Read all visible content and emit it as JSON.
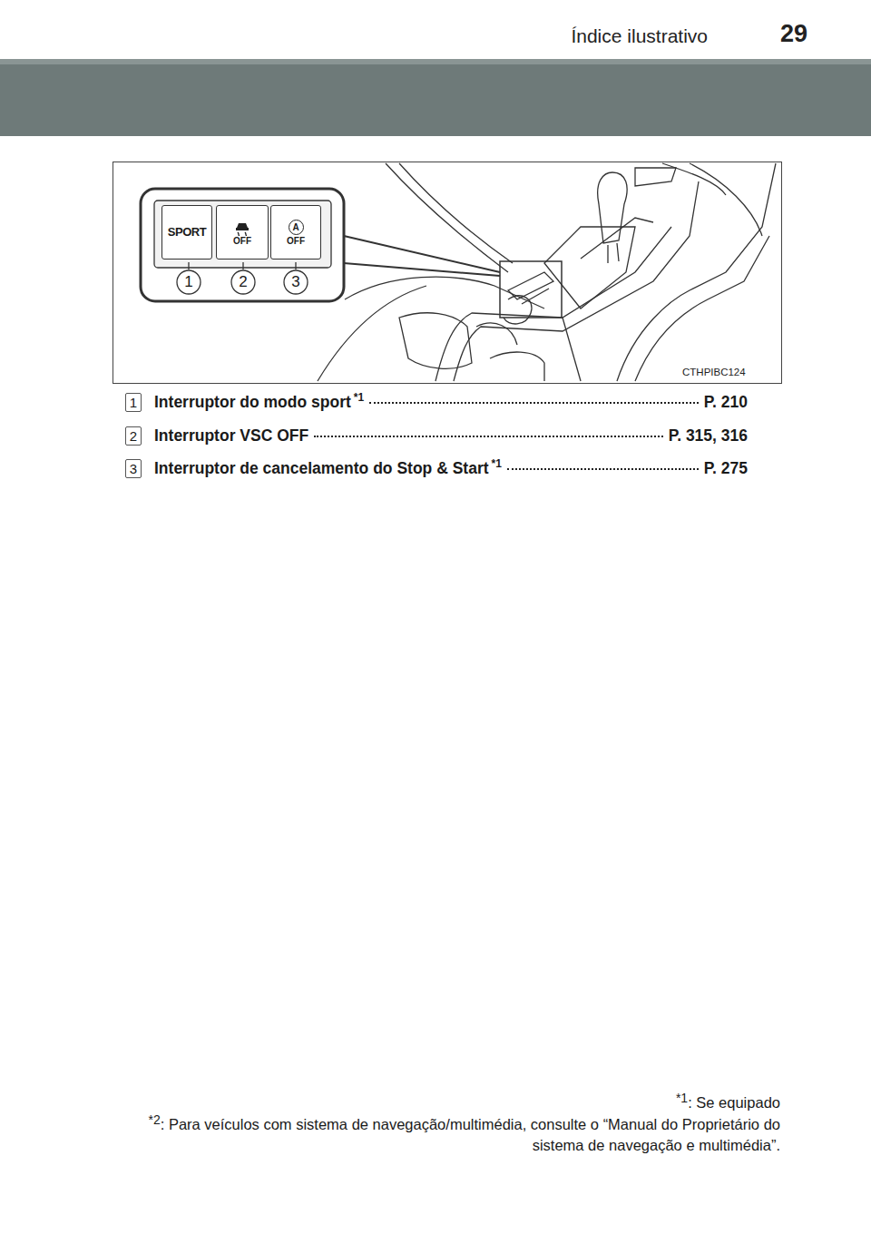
{
  "diagram": {
    "title": "Índice ilustrativo",
    "nodes": [
      {
        "text": [
          "SPORT"
        ]
      },
      {
        "text": [
          "OFF"
        ]
      },
      {
        "text": [
          "A",
          "OFF"
        ]
      }
    ],
    "labels": [
      "29",
      "1",
      "2",
      "3",
      "CTHPIBC124",
      "1",
      "Interruptor do modo sport",
      "*1",
      "P. 210",
      "2",
      "Interruptor VSC OFF",
      "P. 315, 316",
      "3",
      "Interruptor de cancelamento do Stop & Start",
      "*1",
      "P. 275",
      "*1",
      ": Se equipado",
      "*2",
      ": Para veículos com sistema de navegação/multimédia, consulte o “Manual do Proprietário do sistema de navegação e multimédia”."
    ]
  }
}
